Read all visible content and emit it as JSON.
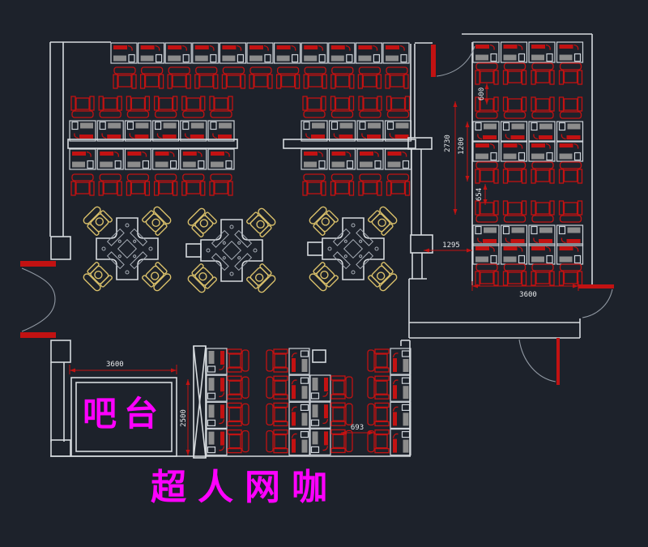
{
  "labels": {
    "title": "超人网咖",
    "bar": "吧台"
  },
  "dim_labels": {
    "bar_width": "3600",
    "bar_depth": "2500",
    "bottom_gap": "693",
    "right_row_gap": "600",
    "right_span": "2730",
    "right_span_inner": "1200",
    "right_chair_gap": "654",
    "right_offset": "1295",
    "right_width": "3600"
  },
  "colors": {
    "background": "#1d222b",
    "wall": "#d6dade",
    "furniture_outline": "#ccd1d8",
    "red": "#c21212",
    "monitor_gray": "#8c8c8c",
    "dimension_text": "#e8eaec",
    "label_magenta": "#ff00ff",
    "vip_chair_yellow": "#d8bf6a",
    "door_arc_gray": "#9098a2",
    "table_detail": "#a7adb6"
  },
  "floorplan": {
    "walls": [
      [
        62,
        52,
        62,
        292
      ],
      [
        78,
        52,
        78,
        292
      ],
      [
        62,
        52,
        137,
        52
      ],
      [
        63,
        447,
        63,
        545
      ],
      [
        79,
        447,
        79,
        545
      ],
      [
        62,
        563,
        507,
        563
      ],
      [
        506,
        420,
        506,
        563
      ],
      [
        495,
        420,
        506,
        420
      ],
      [
        495,
        420,
        495,
        427
      ],
      [
        507,
        54,
        507,
        170
      ],
      [
        512,
        54,
        512,
        170
      ],
      [
        508,
        184,
        508,
        290
      ],
      [
        520,
        184,
        520,
        290
      ],
      [
        509,
        312,
        509,
        344
      ],
      [
        521,
        312,
        521,
        344
      ],
      [
        505,
        344,
        527,
        344
      ],
      [
        505,
        344,
        505,
        398
      ],
      [
        505,
        398,
        716,
        398
      ],
      [
        505,
        417,
        716,
        417
      ],
      [
        505,
        398,
        505,
        417
      ],
      [
        716,
        393,
        716,
        417
      ],
      [
        512,
        53,
        534,
        53
      ],
      [
        570,
        42,
        731,
        42
      ],
      [
        731,
        42,
        731,
        352
      ],
      [
        583,
        52,
        583,
        352
      ]
    ],
    "boxes": [
      [
        63,
        292,
        24,
        28
      ],
      [
        63,
        420,
        24,
        27
      ],
      [
        63,
        543,
        24,
        20
      ],
      [
        84,
        172,
        209,
        11
      ],
      [
        350,
        172,
        163,
        11
      ],
      [
        504,
        170,
        29,
        14
      ],
      [
        507,
        290,
        27,
        22
      ],
      [
        88,
        466,
        130,
        97
      ],
      [
        94,
        472,
        118,
        85
      ],
      [
        386,
        432,
        16,
        15
      ],
      [
        239,
        427,
        15,
        138
      ]
    ],
    "xbrace": [
      [
        239,
        427,
        254,
        565
      ],
      [
        254,
        427,
        239,
        565
      ]
    ],
    "door_panels": [
      [
        25,
        322,
        44,
        7
      ],
      [
        25,
        410,
        44,
        7
      ],
      [
        532,
        55,
        6,
        40
      ],
      [
        687,
        417,
        4,
        58
      ],
      [
        714,
        351,
        44,
        5
      ]
    ],
    "door_arcs": [
      "M 27 331 C 58 344 68 354 68 369",
      "M 27 409 C 58 396 68 384 68 369",
      "M 539 94 C 564 91 580 76 586 57",
      "M 641 419 C 645 446 663 467 686 471",
      "M 756 357 C 752 376 737 389 719 392"
    ],
    "dim_lines": [
      [
        86,
        457,
        218,
        457,
        1
      ],
      [
        86,
        450,
        86,
        462,
        0
      ],
      [
        218,
        450,
        218,
        462,
        0
      ],
      [
        232,
        468,
        232,
        562,
        1
      ],
      [
        421,
        534,
        462,
        534,
        1
      ],
      [
        601,
        103,
        601,
        129,
        1
      ],
      [
        562,
        125,
        562,
        265,
        1
      ],
      [
        577,
        150,
        577,
        224,
        1
      ],
      [
        599,
        227,
        599,
        253,
        1
      ],
      [
        523,
        309,
        583,
        309,
        1
      ],
      [
        583,
        353,
        714,
        353,
        1
      ],
      [
        583,
        347,
        583,
        359,
        0
      ],
      [
        714,
        347,
        714,
        359,
        0
      ]
    ],
    "desk_rows": [
      [
        137,
        53,
        11,
        33.6,
        "down",
        0
      ],
      [
        86,
        149,
        6,
        34.2,
        "up",
        0
      ],
      [
        372,
        149,
        4,
        34.5,
        "up",
        0
      ],
      [
        86,
        184,
        6,
        34.2,
        "down",
        0
      ],
      [
        372,
        184,
        4,
        34.5,
        "down",
        0
      ],
      [
        584,
        52,
        4,
        34.5,
        "down",
        0
      ],
      [
        584,
        150,
        4,
        34.5,
        "up",
        0
      ],
      [
        584,
        174,
        4,
        34.5,
        "down",
        0
      ],
      [
        584,
        278,
        4,
        34.5,
        "up",
        0
      ],
      [
        584,
        301,
        4,
        34.5,
        "down",
        0
      ],
      [
        255,
        430,
        4,
        33.2,
        "right",
        1
      ],
      [
        357,
        430,
        4,
        33.2,
        "left",
        1
      ],
      [
        383,
        463,
        3,
        33.2,
        "right",
        1
      ],
      [
        482,
        430,
        4,
        33.2,
        "left",
        1
      ]
    ],
    "chair_rows": [
      [
        140,
        83,
        11,
        33.6,
        "up",
        0
      ],
      [
        88,
        119,
        6,
        34.2,
        "down",
        0
      ],
      [
        374,
        119,
        4,
        34.5,
        "down",
        0
      ],
      [
        88,
        215,
        6,
        34.2,
        "up",
        0
      ],
      [
        374,
        215,
        4,
        34.5,
        "up",
        0
      ],
      [
        587,
        78,
        4,
        34.5,
        "up",
        0
      ],
      [
        587,
        120,
        4,
        34.5,
        "down",
        0
      ],
      [
        587,
        200,
        4,
        34.5,
        "up",
        0
      ],
      [
        587,
        248,
        4,
        34.5,
        "down",
        0
      ],
      [
        587,
        326,
        4,
        34.5,
        "up",
        0
      ],
      [
        281,
        431,
        4,
        33.2,
        "left",
        1
      ],
      [
        329,
        431,
        4,
        33.2,
        "right",
        1
      ],
      [
        409,
        464,
        3,
        33.2,
        "left",
        1
      ],
      [
        454,
        431,
        4,
        33.2,
        "right",
        1
      ]
    ],
    "tables": [
      [
        157,
        307,
        0
      ],
      [
        286,
        309,
        1
      ],
      [
        436,
        307,
        1
      ]
    ]
  }
}
